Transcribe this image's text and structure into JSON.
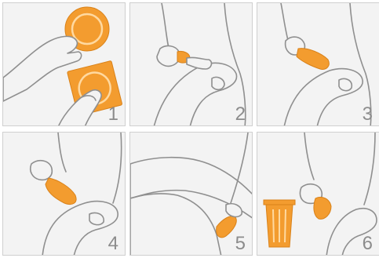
{
  "steps": [
    {
      "number": "1"
    },
    {
      "number": "2"
    },
    {
      "number": "3"
    },
    {
      "number": "4"
    },
    {
      "number": "5"
    },
    {
      "number": "6"
    }
  ],
  "colors": {
    "accent": "#f39c2f",
    "line": "#8f8f8f",
    "panel_bg": "#f3f3f3",
    "number": "#8c8c8c"
  }
}
